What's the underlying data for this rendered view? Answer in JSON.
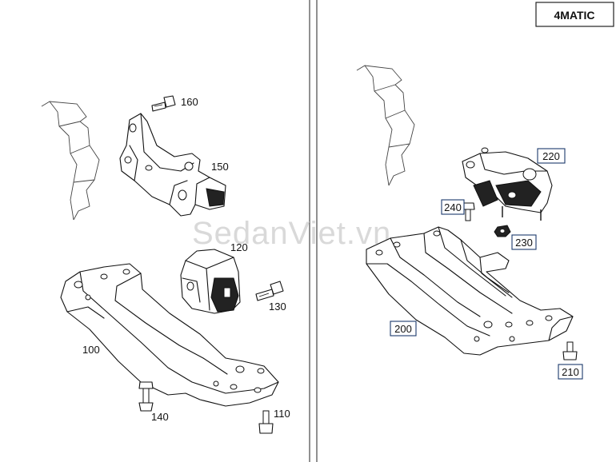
{
  "badge": "4MATIC",
  "watermark": "SedanViet.vn",
  "left_callouts": {
    "p100": "100",
    "p110": "110",
    "p120": "120",
    "p130": "130",
    "p140": "140",
    "p150": "150",
    "p160": "160"
  },
  "right_callouts": {
    "p200": "200",
    "p210": "210",
    "p220": "220",
    "p230": "230",
    "p240": "240"
  }
}
